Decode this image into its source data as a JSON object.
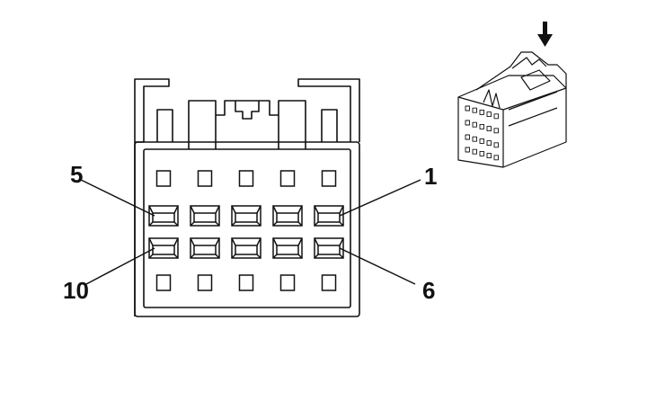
{
  "diagram": {
    "pin_labels": {
      "top_left": "5",
      "top_right": "1",
      "bottom_left": "10",
      "bottom_right": "6"
    },
    "rows": {
      "upper_cavities": 5,
      "upper_terminals": 5,
      "lower_terminals": 5,
      "lower_cavities": 5
    },
    "icons": {
      "arrow": "down-arrow-icon",
      "connector_view": "connector-3d-view-icon"
    },
    "colors": {
      "line": "#111111",
      "background": "#ffffff"
    }
  }
}
